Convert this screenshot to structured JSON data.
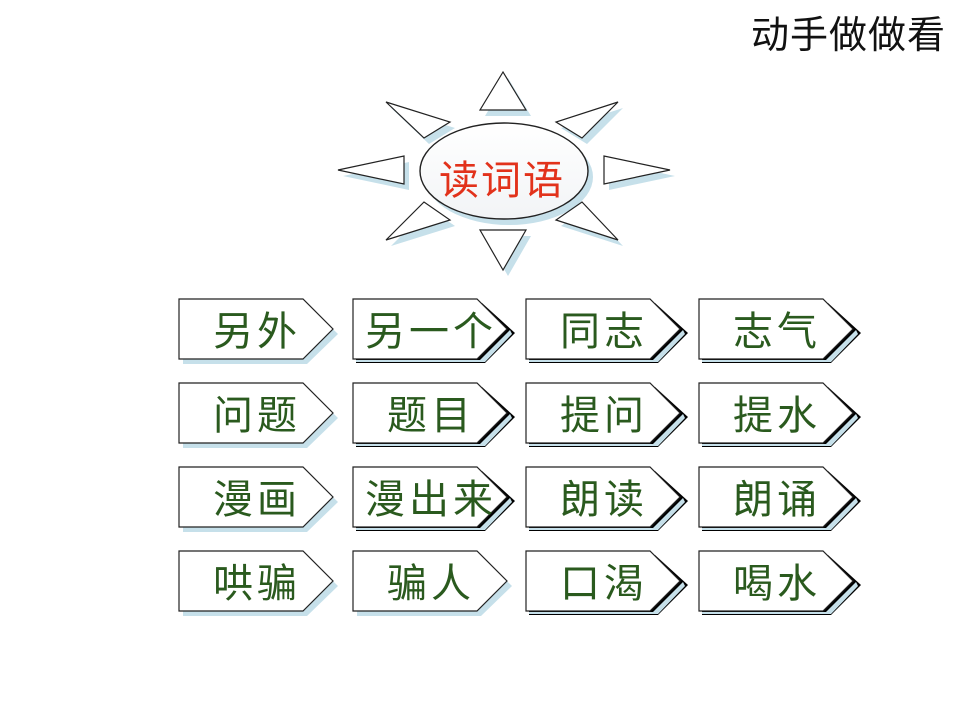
{
  "page": {
    "corner_title": "动手做做看",
    "center_label": "读词语",
    "colors": {
      "center_text": "#e2321b",
      "word_text": "#2a5a1e",
      "shadow": "#c6e0ea",
      "outline": "#222222"
    }
  },
  "words": [
    [
      "另外",
      "另一个",
      "同志",
      "志气"
    ],
    [
      "问题",
      "题目",
      "提问",
      "提水"
    ],
    [
      "漫画",
      "漫出来",
      "朗读",
      "朗诵"
    ],
    [
      "哄骗",
      "骗人",
      "口渴",
      "喝水"
    ]
  ],
  "card_styles": [
    [
      "light",
      "dark",
      "dark",
      "dark"
    ],
    [
      "light",
      "dark",
      "dark",
      "dark"
    ],
    [
      "light",
      "dark",
      "dark",
      "dark"
    ],
    [
      "light",
      "light",
      "dark",
      "dark"
    ]
  ]
}
